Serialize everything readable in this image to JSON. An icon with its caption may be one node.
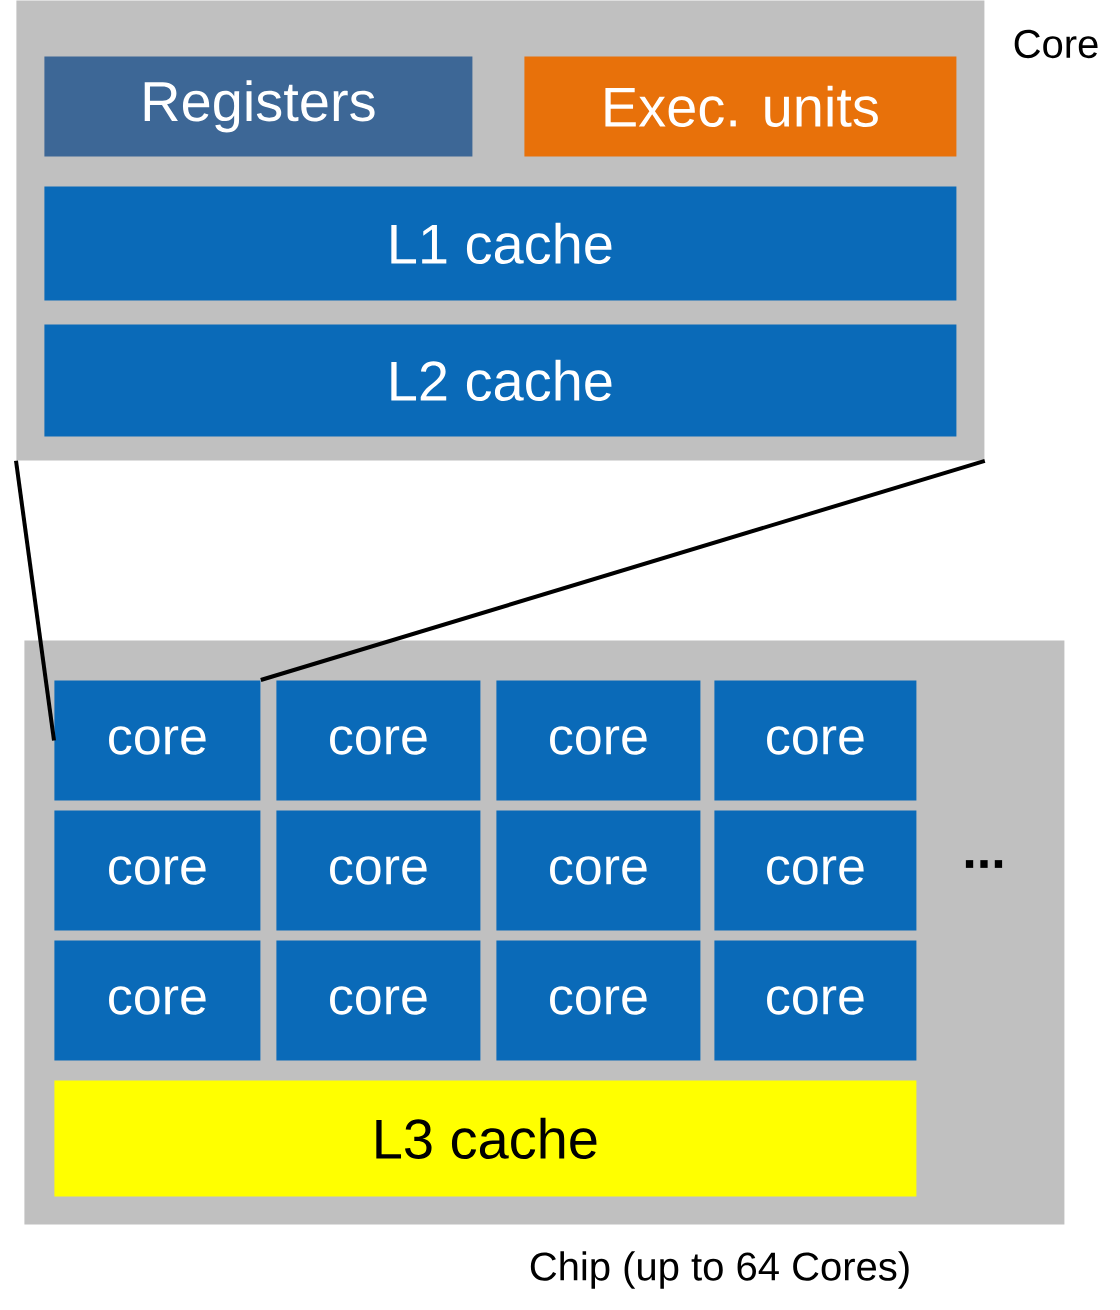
{
  "diagram": {
    "nodes": [
      {
        "text": [
          "Core"
        ]
      },
      {
        "text": [
          "Registers"
        ],
        "in": 0
      },
      {
        "text": [
          "Exec. units"
        ],
        "in": 0
      },
      {
        "text": [
          "L1 cache"
        ],
        "in": 0
      },
      {
        "text": [
          "L2 cache"
        ],
        "in": 0
      },
      {
        "text": [
          "Chip (up to 64 Cores)"
        ]
      },
      {
        "text": [
          "core"
        ],
        "in": 5
      },
      {
        "text": [
          "core"
        ],
        "in": 5
      },
      {
        "text": [
          "core"
        ],
        "in": 5
      },
      {
        "text": [
          "core"
        ],
        "in": 5
      },
      {
        "text": [
          "core"
        ],
        "in": 5
      },
      {
        "text": [
          "core"
        ],
        "in": 5
      },
      {
        "text": [
          "core"
        ],
        "in": 5
      },
      {
        "text": [
          "core"
        ],
        "in": 5
      },
      {
        "text": [
          "core"
        ],
        "in": 5
      },
      {
        "text": [
          "core"
        ],
        "in": 5
      },
      {
        "text": [
          "core"
        ],
        "in": 5
      },
      {
        "text": [
          "core"
        ],
        "in": 5
      },
      {
        "text": [
          "L3 cache"
        ],
        "in": 5
      }
    ],
    "edges": [
      {
        "from": 0,
        "to": 6,
        "arrow": "none"
      },
      {
        "from": 0,
        "to": 6,
        "arrow": "none"
      }
    ],
    "labels": [
      "..."
    ]
  }
}
